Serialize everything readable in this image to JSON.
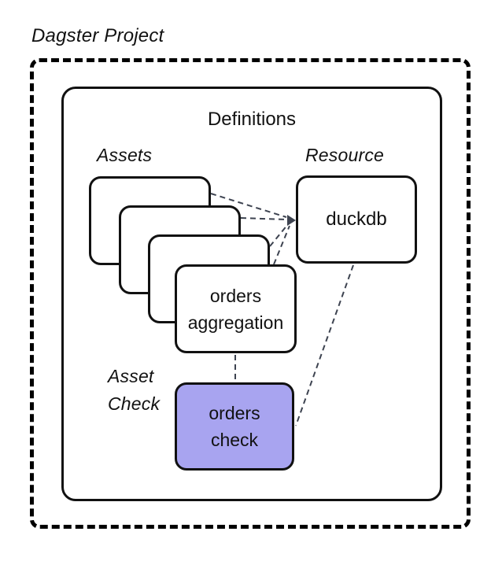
{
  "title": "Dagster Project",
  "definitions": {
    "title": "Definitions"
  },
  "labels": {
    "assets": "Assets",
    "resource": "Resource",
    "asset_check": [
      "Asset",
      "Check"
    ]
  },
  "nodes": {
    "asset_stack_count": 4,
    "orders_aggregation": [
      "orders",
      "aggregation"
    ],
    "duckdb": "duckdb",
    "orders_check": [
      "orders",
      "check"
    ]
  },
  "edges": [
    {
      "from": "asset-card-1",
      "to": "duckdb",
      "style": "dashed"
    },
    {
      "from": "asset-card-2",
      "to": "duckdb",
      "style": "dashed"
    },
    {
      "from": "asset-card-3",
      "to": "duckdb",
      "style": "dashed"
    },
    {
      "from": "orders-aggregation",
      "to": "duckdb",
      "style": "dashed",
      "arrow": "into-duckdb"
    },
    {
      "from": "orders-aggregation",
      "to": "orders-check",
      "style": "dashed"
    },
    {
      "from": "duckdb",
      "to": "orders-check",
      "style": "dashed"
    }
  ],
  "colors": {
    "box_border": "#111111",
    "asset_check_fill": "#a8a4f0",
    "connector": "#3d4350",
    "outer_border": "#000000"
  }
}
